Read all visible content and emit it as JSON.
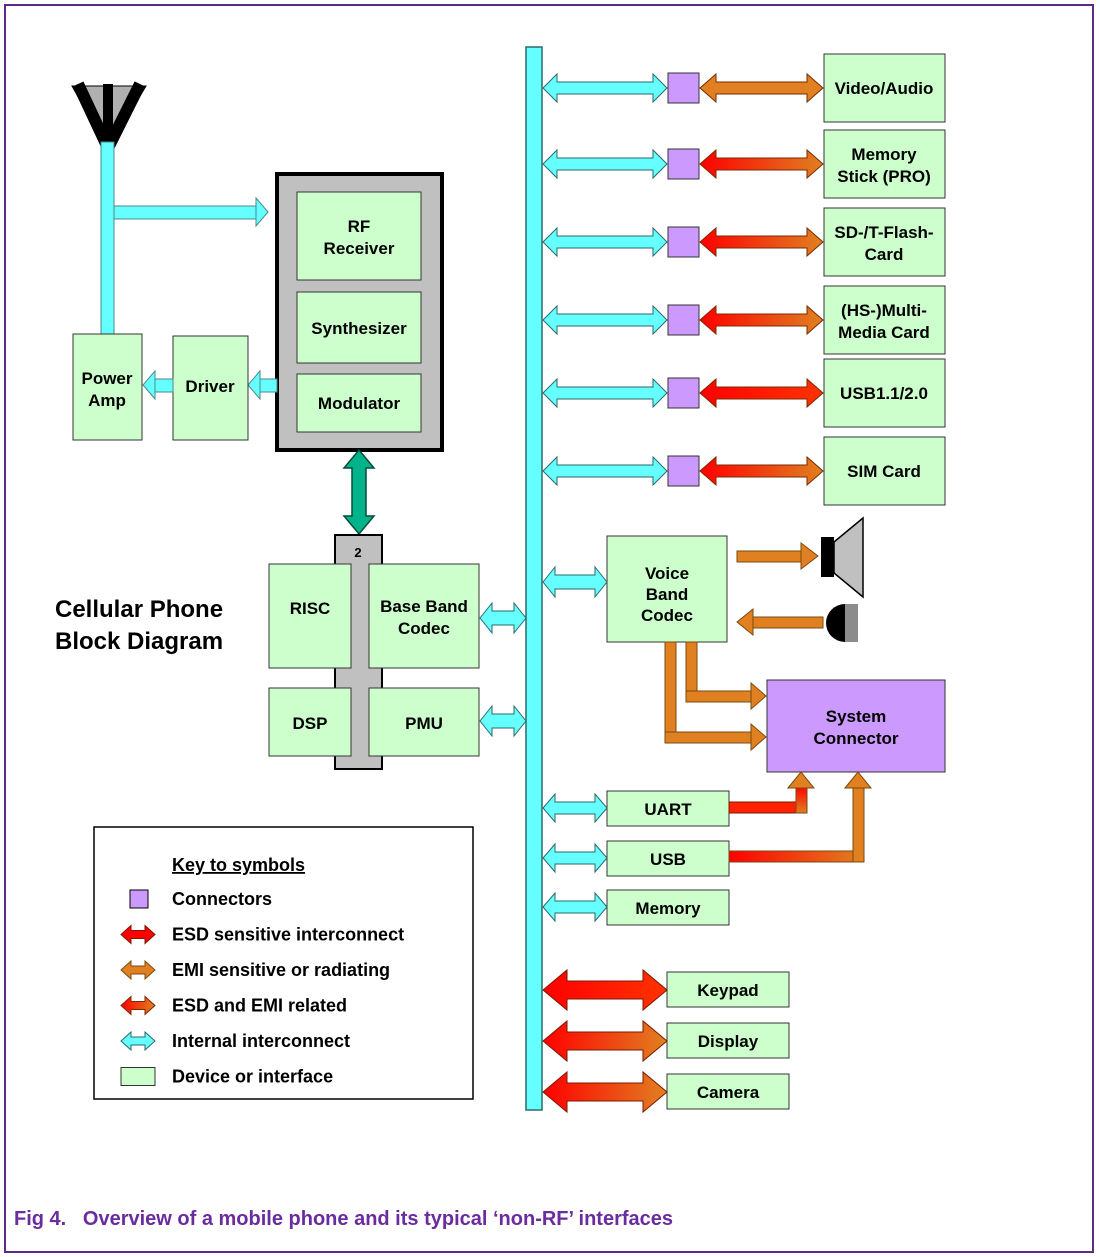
{
  "diagram": {
    "title_line1": "Cellular Phone",
    "title_line2": "Block Diagram",
    "rf": {
      "receiver_line1": "RF",
      "receiver_line2": "Receiver",
      "synthesizer": "Synthesizer",
      "modulator": "Modulator",
      "driver": "Driver",
      "power_amp_line1": "Power",
      "power_amp_line2": "Amp"
    },
    "baseband": {
      "bus_number": "2",
      "risc": "RISC",
      "codec_line1": "Base Band",
      "codec_line2": "Codec",
      "dsp": "DSP",
      "pmu": "PMU"
    },
    "peripherals": [
      {
        "line1": "Video/Audio",
        "line2": "",
        "link": "emi"
      },
      {
        "line1": "Memory",
        "line2": "Stick (PRO)",
        "link": "esd_emi"
      },
      {
        "line1": "SD-/T-Flash-",
        "line2": "Card",
        "link": "esd_emi"
      },
      {
        "line1": "(HS-)Multi-",
        "line2": "Media Card",
        "link": "esd_emi"
      },
      {
        "line1": "USB1.1/2.0",
        "line2": "",
        "link": "esd"
      },
      {
        "line1": "SIM Card",
        "line2": "",
        "link": "esd_emi"
      }
    ],
    "voice_codec": {
      "line1": "Voice",
      "line2": "Band",
      "line3": "Codec"
    },
    "system_connector": {
      "line1": "System",
      "line2": "Connector"
    },
    "internal_blocks": {
      "uart": "UART",
      "usb": "USB",
      "memory": "Memory"
    },
    "user_devices": {
      "keypad": "Keypad",
      "display": "Display",
      "camera": "Camera"
    }
  },
  "legend": {
    "title": "Key to symbols",
    "items": [
      {
        "symbol": "connector",
        "label": "Connectors"
      },
      {
        "symbol": "esd",
        "label": "ESD sensitive interconnect"
      },
      {
        "symbol": "emi",
        "label": "EMI sensitive or radiating"
      },
      {
        "symbol": "esd_emi",
        "label": "ESD and EMI related"
      },
      {
        "symbol": "internal",
        "label": "Internal interconnect"
      },
      {
        "symbol": "device",
        "label": "Device or interface"
      }
    ]
  },
  "caption": "Fig 4.   Overview of a mobile phone and its typical ‘non-RF’ interfaces",
  "colors": {
    "frame": "#5b2c86",
    "caption": "#6a2c9e",
    "device_fill": "#ccffcc",
    "connector_fill": "#cc99ff",
    "internal": "#66ffff",
    "esd": "#ff0000",
    "emi": "#e08020",
    "grey": "#c0c0c0",
    "dsp_link": "#00b38a"
  }
}
